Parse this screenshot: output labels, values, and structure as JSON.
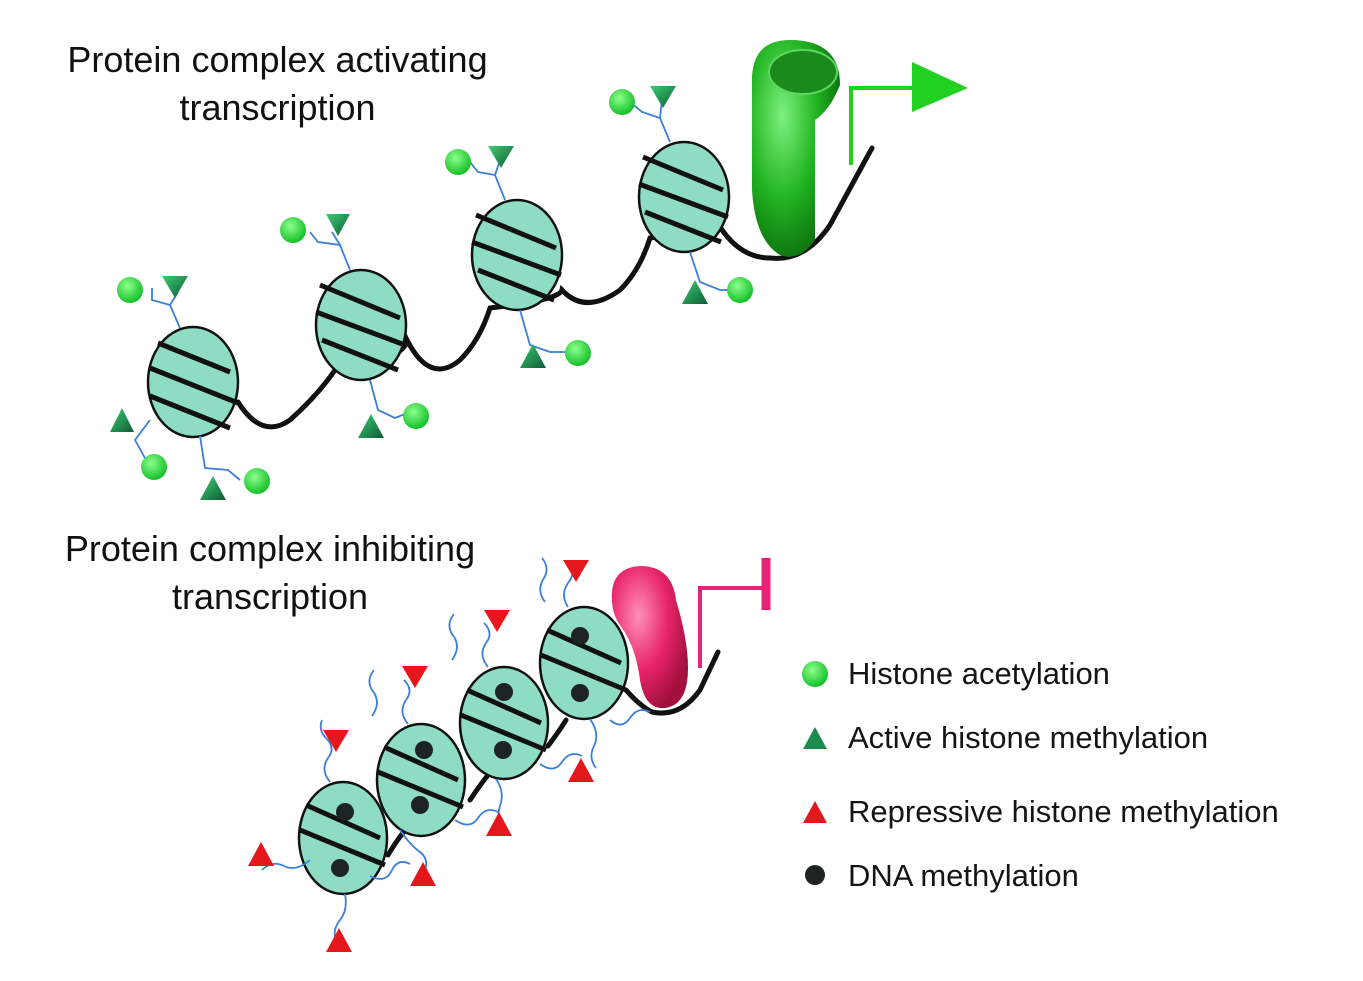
{
  "labels": {
    "activating": [
      "Protein complex activating",
      "transcription"
    ],
    "inhibiting": [
      "Protein complex inhibiting",
      "transcription"
    ]
  },
  "legend": [
    {
      "symbol": "green-circle",
      "label": "Histone acetylation",
      "color": "#22c93a"
    },
    {
      "symbol": "green-triangle",
      "label": "Active histone methylation",
      "color": "#1c8a4a"
    },
    {
      "symbol": "red-triangle",
      "label": "Repressive histone methylation",
      "color": "#e4181c"
    },
    {
      "symbol": "black-dot",
      "label": "DNA methylation",
      "color": "#1e2424"
    }
  ],
  "colors": {
    "nucleosome": "#8fdcc4",
    "dna": "#111111",
    "tail": "#3b7fd8",
    "activator": "#1fae1f",
    "activator_arrow": "#22d022",
    "repressor": "#e8246a",
    "repressor_bar": "#e8247a"
  }
}
